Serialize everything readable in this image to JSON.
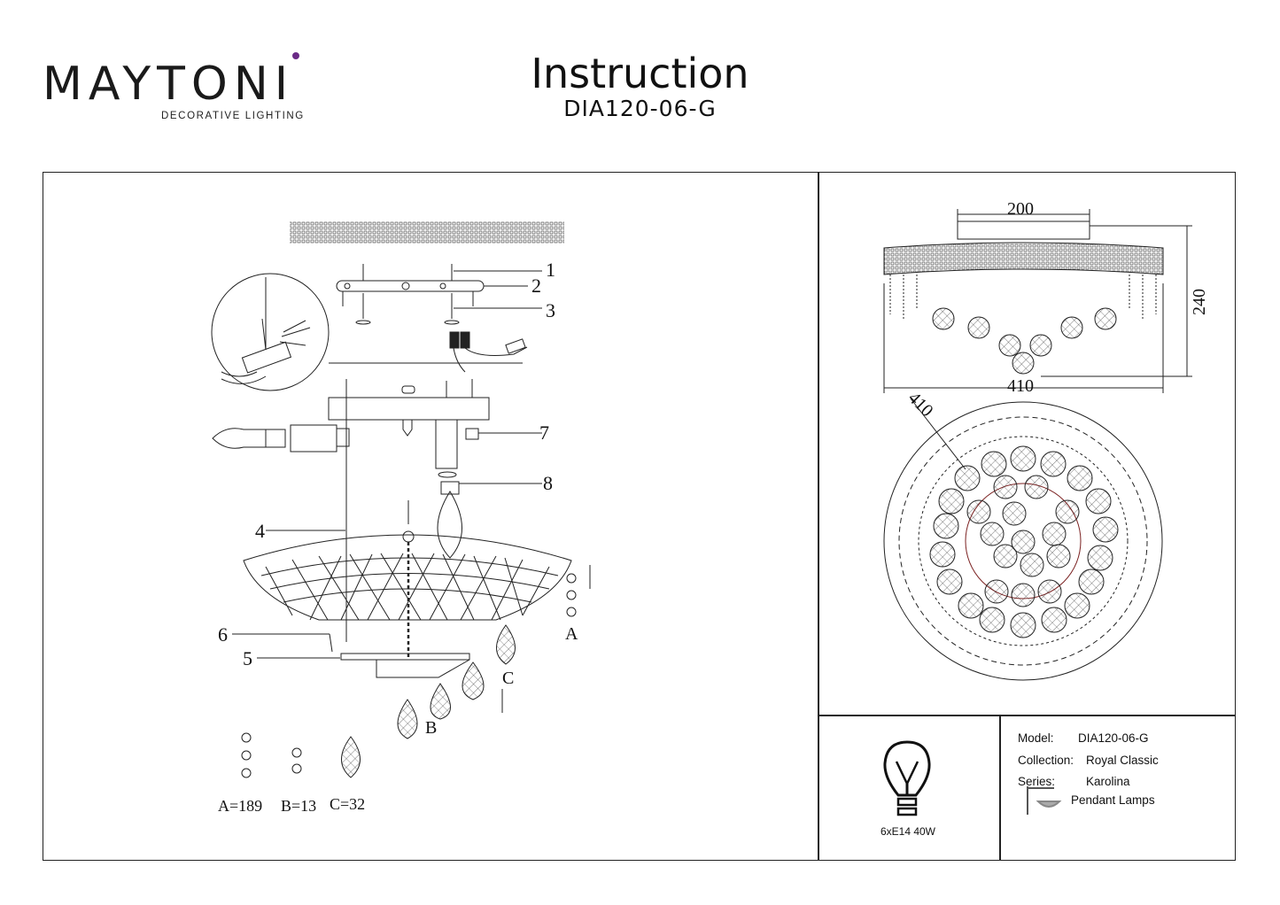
{
  "brand": {
    "name": "MAYTONI",
    "tagline": "DECORATIVE LIGHTING",
    "accent_color": "#6a2a86"
  },
  "header": {
    "title": "Instruction",
    "model_code": "DIA120-06-G"
  },
  "assembly": {
    "callouts": [
      "1",
      "2",
      "3",
      "4",
      "5",
      "6",
      "7",
      "8"
    ],
    "part_letters": [
      "A",
      "B",
      "C"
    ],
    "part_counts": [
      "A=189",
      "B=13",
      "C=32"
    ]
  },
  "dimensions": {
    "top_width": "200",
    "height": "240",
    "width": "410",
    "diameter": "410"
  },
  "specs": {
    "model_label": "Model:",
    "model_value": "DIA120-06-G",
    "collection_label": "Collection:",
    "collection_value": "Royal Classic",
    "series_label": "Series:",
    "series_value": "Karolina",
    "type_value": "Pendant Lamps",
    "bulb_spec": "6xE14 40W"
  },
  "icons": [
    "bulb-icon",
    "pendant-lamp-icon",
    "logo-dot-icon"
  ]
}
